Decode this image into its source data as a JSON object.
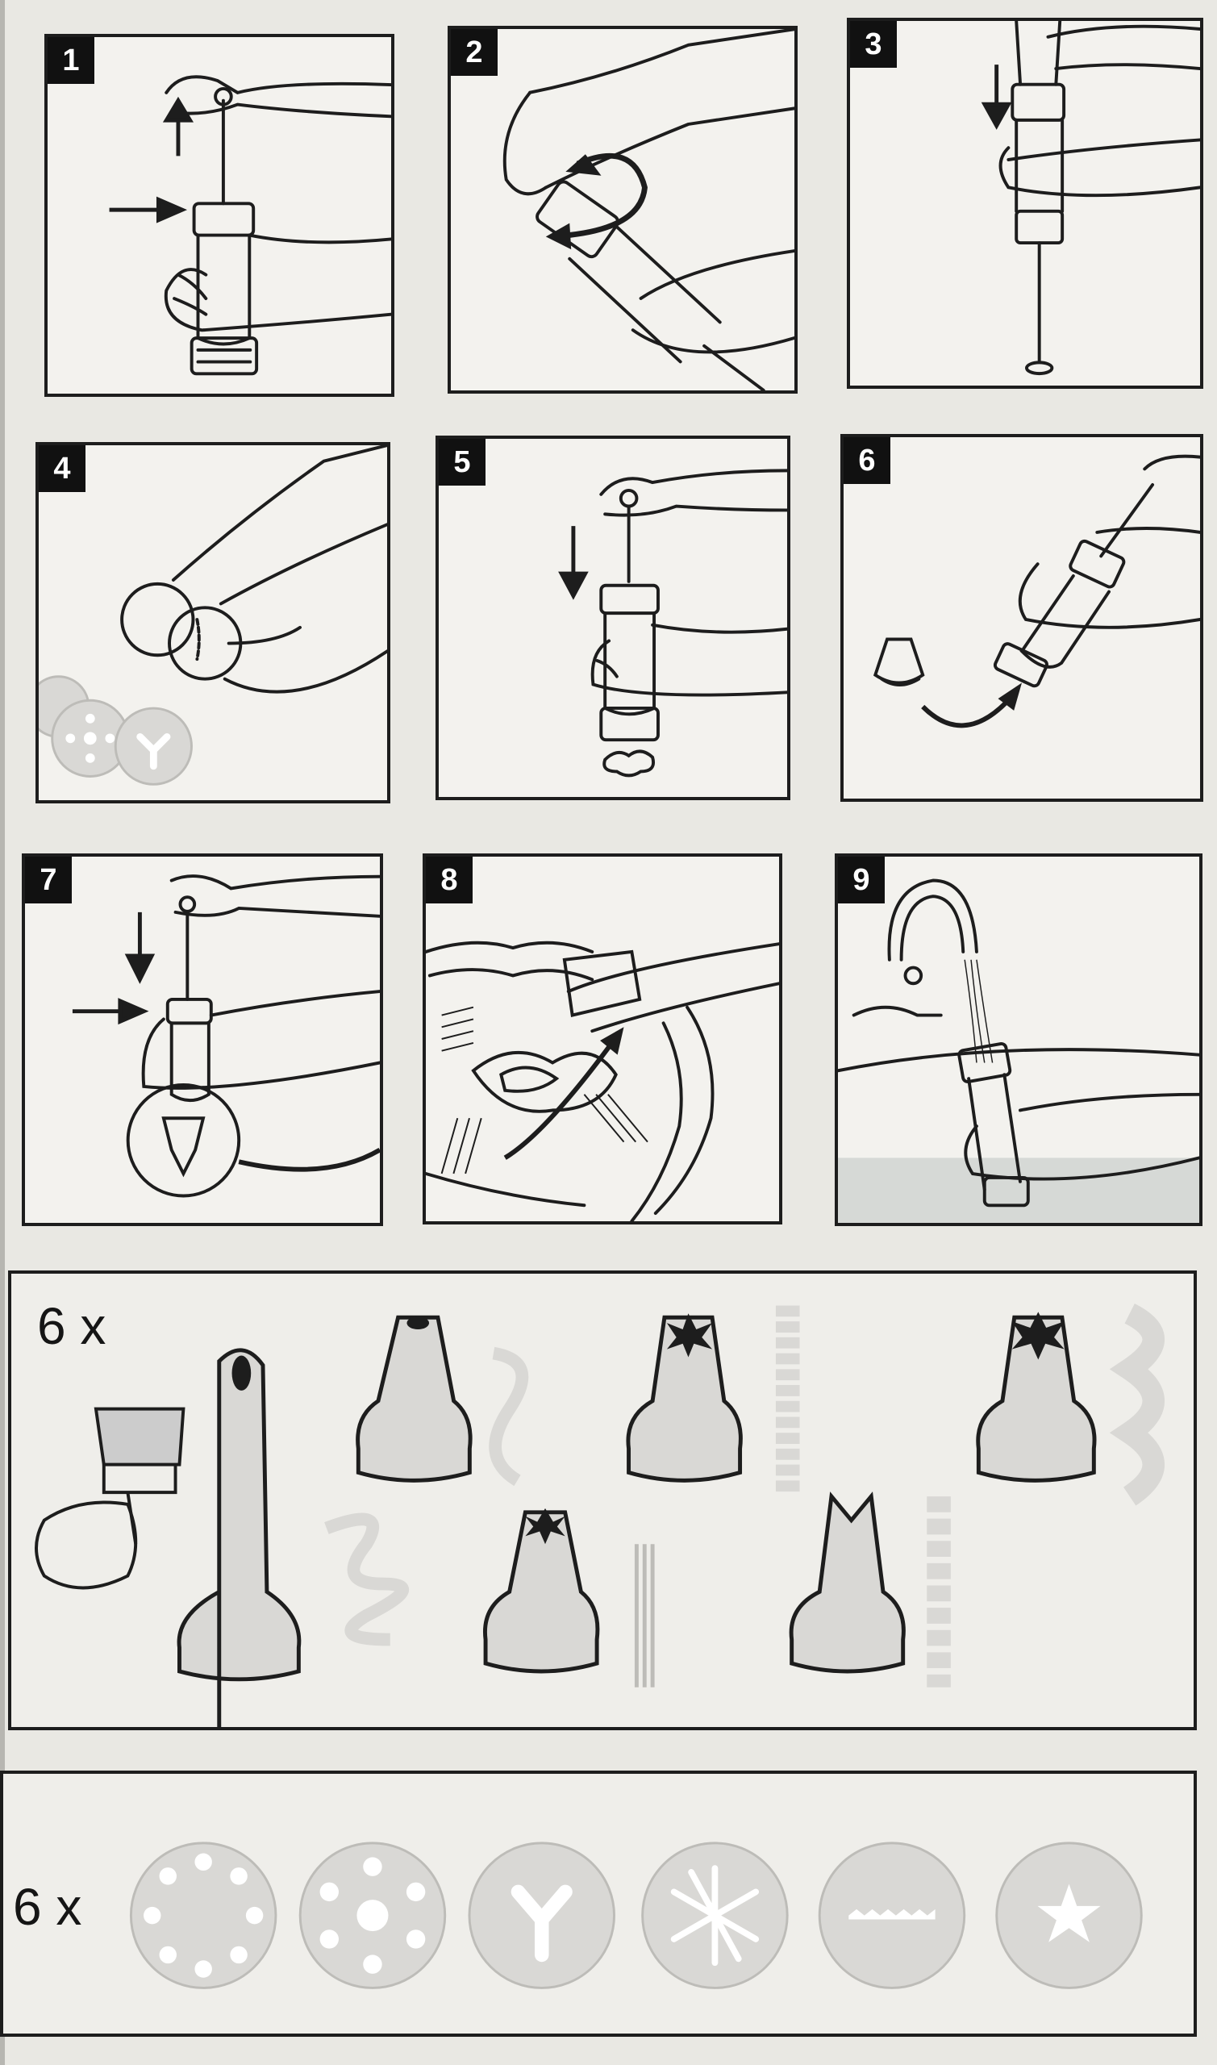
{
  "steps": [
    {
      "number": "1",
      "icon": "hand-pull-plunger-icon"
    },
    {
      "number": "2",
      "icon": "twist-ring-off-icon"
    },
    {
      "number": "3",
      "icon": "fill-tube-icon"
    },
    {
      "number": "4",
      "icon": "insert-disc-icon"
    },
    {
      "number": "5",
      "icon": "press-cookie-icon"
    },
    {
      "number": "6",
      "icon": "attach-nozzle-icon"
    },
    {
      "number": "7",
      "icon": "squeeze-icing-icon"
    },
    {
      "number": "8",
      "icon": "decorate-cake-icon"
    },
    {
      "number": "9",
      "icon": "rinse-under-tap-icon"
    }
  ],
  "nozzles": {
    "quantity": "6 x",
    "items": [
      "round-nozzle-icon",
      "star-nozzle-icon",
      "large-star-nozzle-icon",
      "long-nozzle-icon",
      "small-star-nozzle-icon",
      "leaf-nozzle-icon"
    ]
  },
  "discs": {
    "quantity": "6 x",
    "items": [
      "ring-holes-disc-icon",
      "circle-holes-disc-icon",
      "y-shape-disc-icon",
      "snowflake-disc-icon",
      "serrated-bar-disc-icon",
      "star-disc-icon"
    ]
  },
  "colors": {
    "ink": "#1d1d1d",
    "paper": "#f3f2ee",
    "background": "#e9e8e3",
    "disc": "#d9d8d5"
  }
}
